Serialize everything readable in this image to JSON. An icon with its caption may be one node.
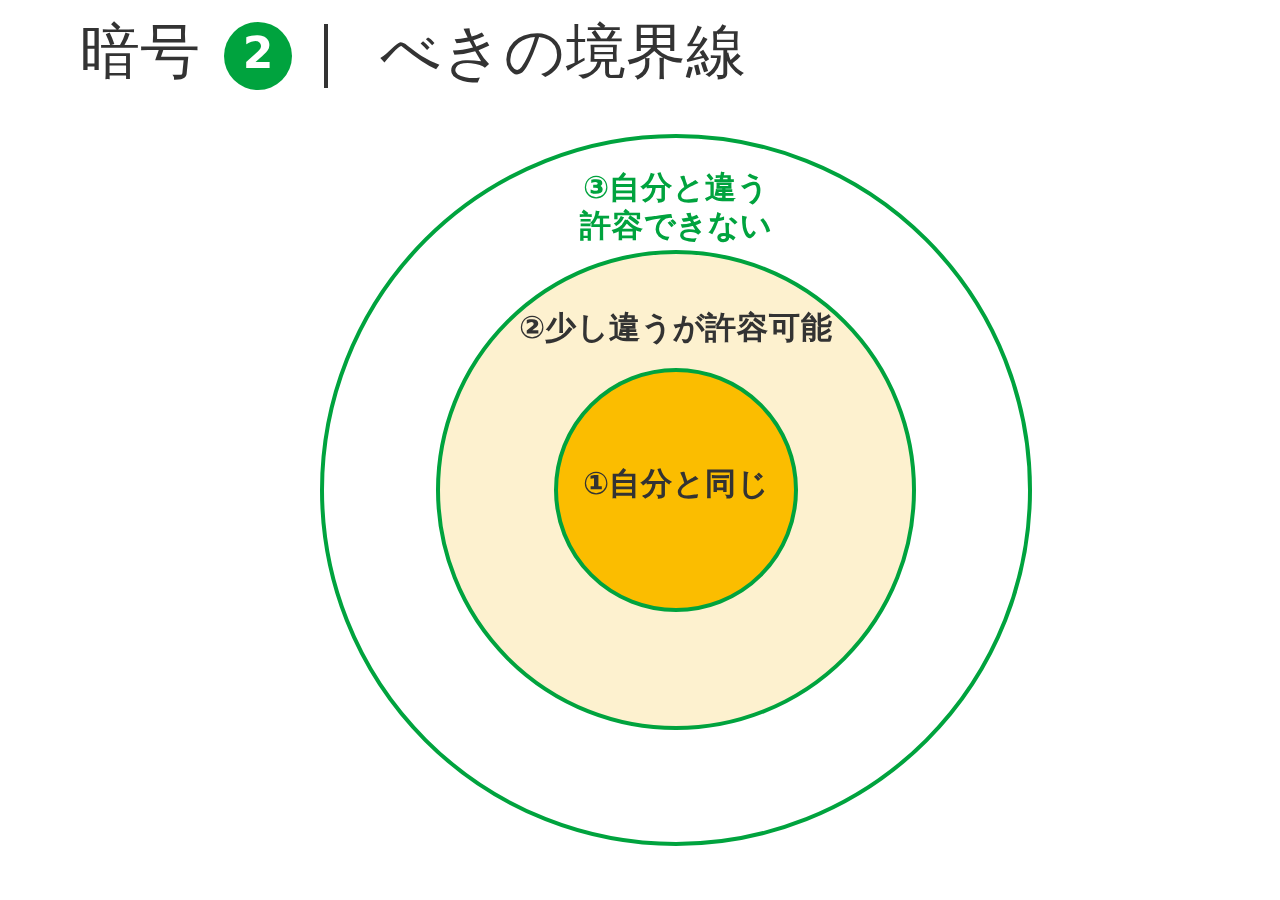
{
  "diagram": {
    "title": "暗号",
    "nodes": [
      {
        "text": [
          "③自分と違う許容できない"
        ]
      },
      {
        "text": [
          "②少し違うが許容可能"
        ],
        "in": 0
      },
      {
        "text": [
          "①自分と同じ"
        ],
        "in": 1
      }
    ],
    "labels": [
      "2",
      "べきの境界線"
    ]
  }
}
